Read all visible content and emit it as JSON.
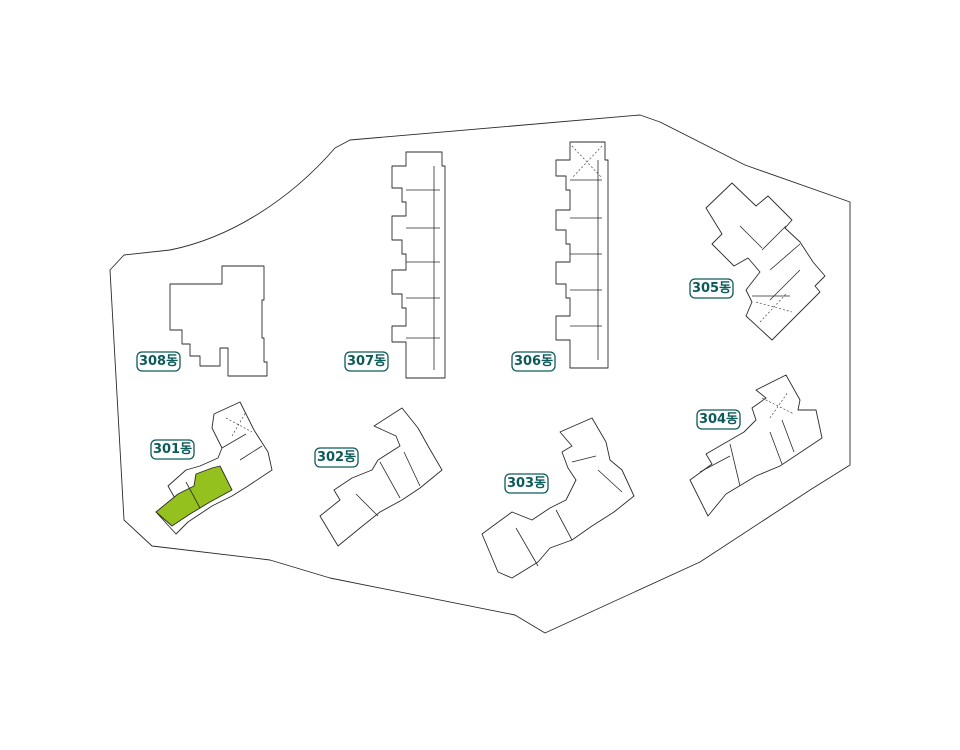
{
  "colors": {
    "selected_unit": "#95c11f",
    "label": "#0d5a5a",
    "outline": "#2b2b2b"
  },
  "selected_building": "301동",
  "buildings": [
    {
      "id": "301",
      "label": "301동",
      "selected": true
    },
    {
      "id": "302",
      "label": "302동",
      "selected": false
    },
    {
      "id": "303",
      "label": "303동",
      "selected": false
    },
    {
      "id": "304",
      "label": "304동",
      "selected": false
    },
    {
      "id": "305",
      "label": "305동",
      "selected": false
    },
    {
      "id": "306",
      "label": "306동",
      "selected": false
    },
    {
      "id": "307",
      "label": "307동",
      "selected": false
    },
    {
      "id": "308",
      "label": "308동",
      "selected": false
    }
  ]
}
